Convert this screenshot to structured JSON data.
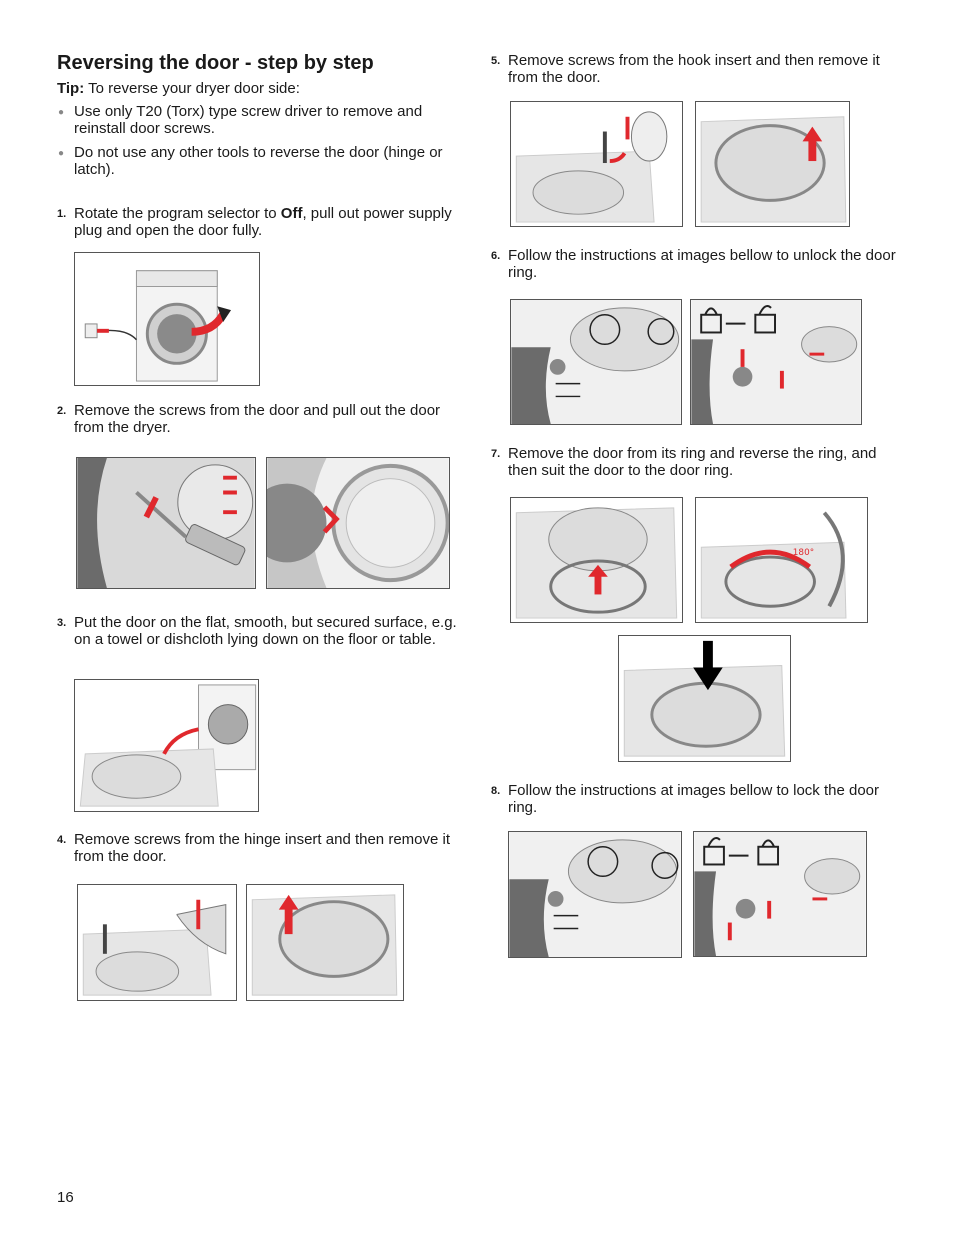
{
  "page": {
    "title": "Reversing the door - step by step",
    "tip_label": "Tip:",
    "tip_text": "To reverse your dryer door side:",
    "bullets": [
      "Use only T20 (Torx) type screw driver to remove and reinstall door screws.",
      "Do not use any other tools to reverse the door (hinge or latch)."
    ],
    "steps": [
      {
        "num": "1.",
        "text_before": "Rotate the program selector to ",
        "bold": "Off",
        "text_after": ", pull out power supply plug and open the door fully."
      },
      {
        "num": "2.",
        "text": "Remove the screws from the door and pull out the door from the dryer."
      },
      {
        "num": "3.",
        "text": "Put the door on the flat, smooth, but secured surface, e.g. on a towel or dishcloth lying down on the floor or table."
      },
      {
        "num": "4.",
        "text": "Remove screws from the hinge insert and then remove it from the door."
      },
      {
        "num": "5.",
        "text": "Remove screws from the hook insert and then remove it from the door."
      },
      {
        "num": "6.",
        "text": "Follow the instructions at images bellow to unlock the door ring."
      },
      {
        "num": "7.",
        "text": "Remove the door from its ring and reverse the ring, and then suit the door to the door ring."
      },
      {
        "num": "8.",
        "text": "Follow the instructions at images bellow to lock the door ring."
      }
    ],
    "rotation_label": "180°",
    "page_number": "16",
    "colors": {
      "arrow": "#e0282d",
      "towel": "#e6e6e6",
      "door": "#d8d8d8",
      "dark": "#555555"
    }
  }
}
